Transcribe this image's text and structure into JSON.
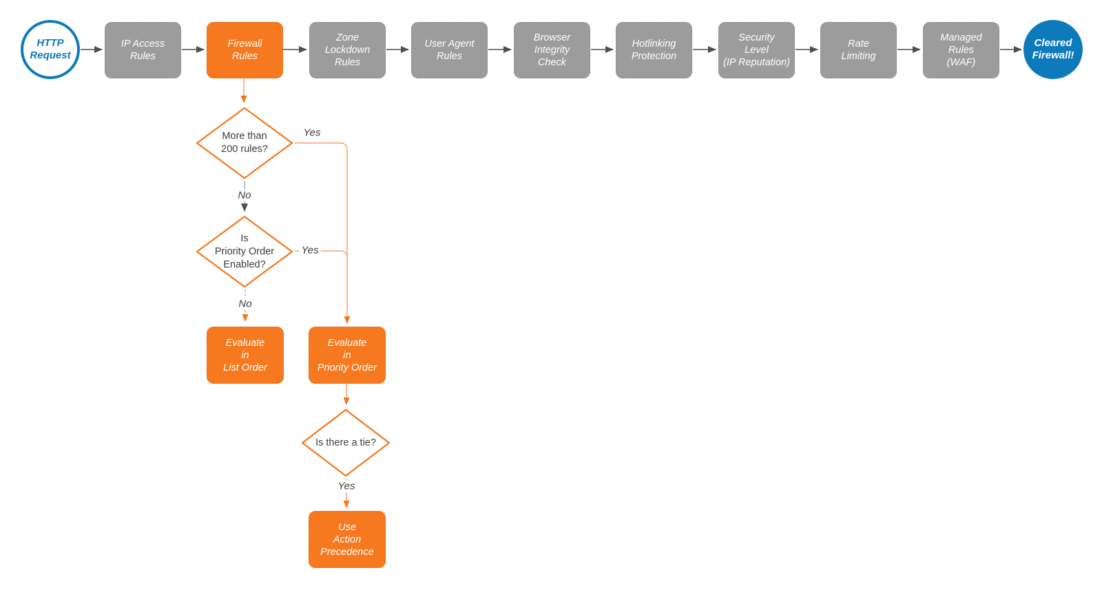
{
  "diagram_title": "HTTP request firewall evaluation flowchart",
  "colors": {
    "accent_orange": "#f7791f",
    "light_orange_line": "#f9a171",
    "node_gray": "#9c9c9c",
    "brand_blue": "#0d7abc",
    "arrow_dark": "#4f4f4f",
    "text_dark": "#3b3b3b"
  },
  "pipeline": [
    {
      "label": "HTTP\nRequest",
      "kind": "start-circle"
    },
    {
      "label": "IP Access\nRules",
      "kind": "process"
    },
    {
      "label": "Firewall\nRules",
      "kind": "process-highlight"
    },
    {
      "label": "Zone\nLockdown\nRules",
      "kind": "process"
    },
    {
      "label": "User Agent\nRules",
      "kind": "process"
    },
    {
      "label": "Browser\nIntegrity\nCheck",
      "kind": "process"
    },
    {
      "label": "Hotlinking\nProtection",
      "kind": "process"
    },
    {
      "label": "Security\nLevel\n(IP Reputation)",
      "kind": "process"
    },
    {
      "label": "Rate\nLimiting",
      "kind": "process"
    },
    {
      "label": "Managed\nRules\n(WAF)",
      "kind": "process"
    },
    {
      "label": "Cleared\nFirewall!",
      "kind": "end-circle"
    }
  ],
  "decisions": [
    {
      "label": "More than\n200 rules?"
    },
    {
      "label": "Is\nPriority Order\nEnabled?"
    },
    {
      "label": "Is there a tie?"
    }
  ],
  "actions": [
    {
      "label": "Evaluate\nin\nList Order"
    },
    {
      "label": "Evaluate\nin\nPriority Order"
    },
    {
      "label": "Use\nAction\nPrecedence"
    }
  ],
  "edge_labels": {
    "yes1": "Yes",
    "no1": "No",
    "yes2": "Yes",
    "no2": "No",
    "yes3": "Yes"
  }
}
